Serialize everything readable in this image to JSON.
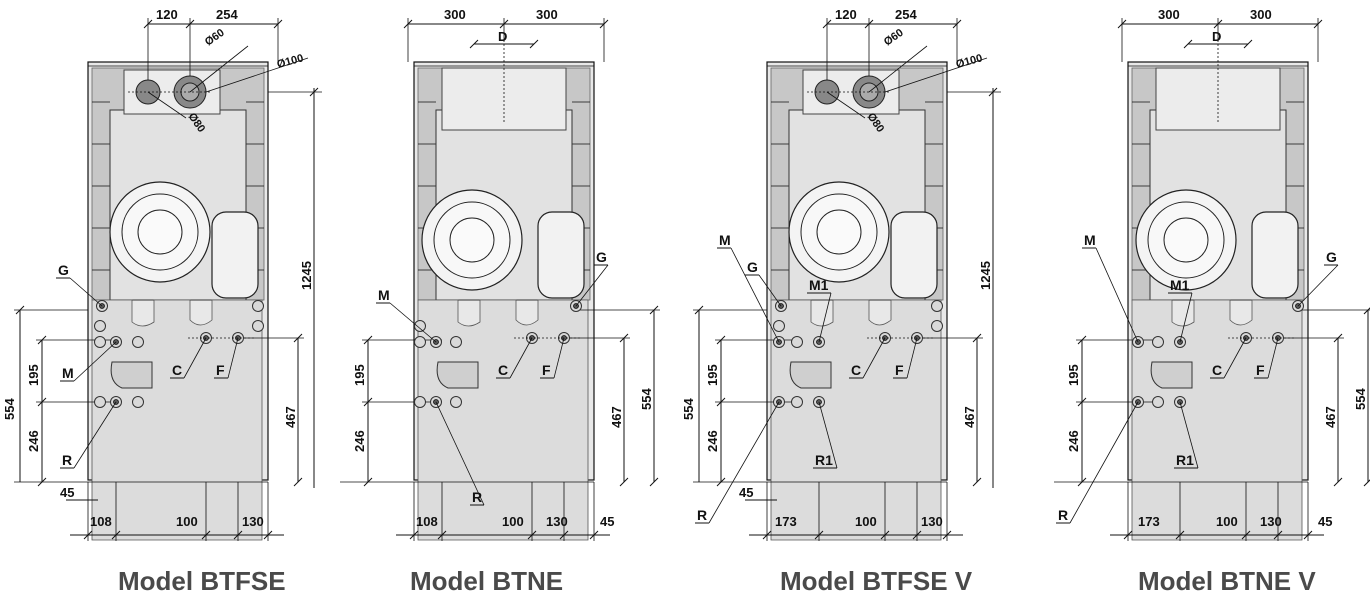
{
  "models": [
    {
      "caption": "Model BTFSE",
      "top_dims": [
        "120",
        "254"
      ],
      "flue_labels": [
        "Ø60",
        "Ø100",
        "Ø80"
      ],
      "height_dim": "1245",
      "left_dims": [
        "554",
        "195",
        "246"
      ],
      "right_dims": [
        "467"
      ],
      "bottom_dims": [
        "45",
        "108",
        "100",
        "130"
      ],
      "connections": [
        "G",
        "M",
        "R",
        "C",
        "F"
      ]
    },
    {
      "caption": "Model BTNE",
      "top_dims": [
        "300",
        "300"
      ],
      "flue_labels": [
        "D"
      ],
      "left_dims": [
        "195",
        "246"
      ],
      "right_dims": [
        "467",
        "554"
      ],
      "bottom_dims": [
        "108",
        "100",
        "130",
        "45"
      ],
      "connections": [
        "M",
        "G",
        "C",
        "F",
        "R"
      ]
    },
    {
      "caption": "Model BTFSE V",
      "top_dims": [
        "120",
        "254"
      ],
      "flue_labels": [
        "Ø60",
        "Ø100",
        "Ø80"
      ],
      "height_dim": "1245",
      "left_dims": [
        "554",
        "195",
        "246"
      ],
      "right_dims": [
        "467"
      ],
      "bottom_dims": [
        "45",
        "173",
        "100",
        "130"
      ],
      "connections": [
        "M",
        "G",
        "M1",
        "C",
        "F",
        "R",
        "R1"
      ]
    },
    {
      "caption": "Model BTNE V",
      "top_dims": [
        "300",
        "300"
      ],
      "flue_labels": [
        "D"
      ],
      "left_dims": [
        "195",
        "246"
      ],
      "right_dims": [
        "467",
        "554"
      ],
      "bottom_dims": [
        "173",
        "100",
        "130",
        "45"
      ],
      "connections": [
        "M",
        "M1",
        "G",
        "C",
        "F",
        "R",
        "R1"
      ]
    }
  ]
}
